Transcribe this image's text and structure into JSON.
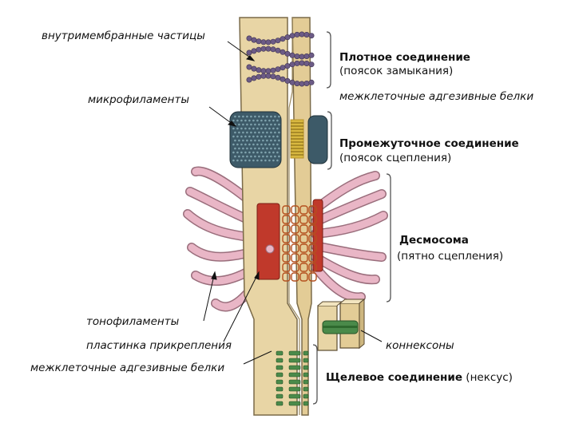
{
  "labels": {
    "intramembrane_particles": "внутримембранные частицы",
    "microfilaments": "микрофиламенты",
    "tight_junction_title": "Плотное соединение",
    "tight_junction_sub": "(поясок замыкания)",
    "adhesive_proteins_right": "межклеточные адгезивные белки",
    "intermediate_junction_title": "Промежуточное соединение",
    "intermediate_junction_sub": "(поясок сцепления)",
    "desmosome_title": "Десмосома",
    "desmosome_sub": "(пятно сцепления)",
    "tonofilaments": "тонофиламенты",
    "attachment_plate": "пластинка прикрепления",
    "connexons": "коннексоны",
    "adhesive_proteins_left": "межклеточные адгезивные белки",
    "gap_junction_title": "Щелевое соединение",
    "gap_junction_sub": "(нексус)"
  },
  "colors": {
    "membrane": "#e8d5a5",
    "membrane_edge": "#7a6a48",
    "particles": "#6c5b86",
    "microfilaments": "#3d5a68",
    "tonofilaments": "#e9b6c6",
    "tonofilament_edge": "#9a6e7c",
    "desmosome_plate": "#c0392b",
    "connexons": "#4a8a4a",
    "adhesive_yellow": "#d8b840"
  }
}
